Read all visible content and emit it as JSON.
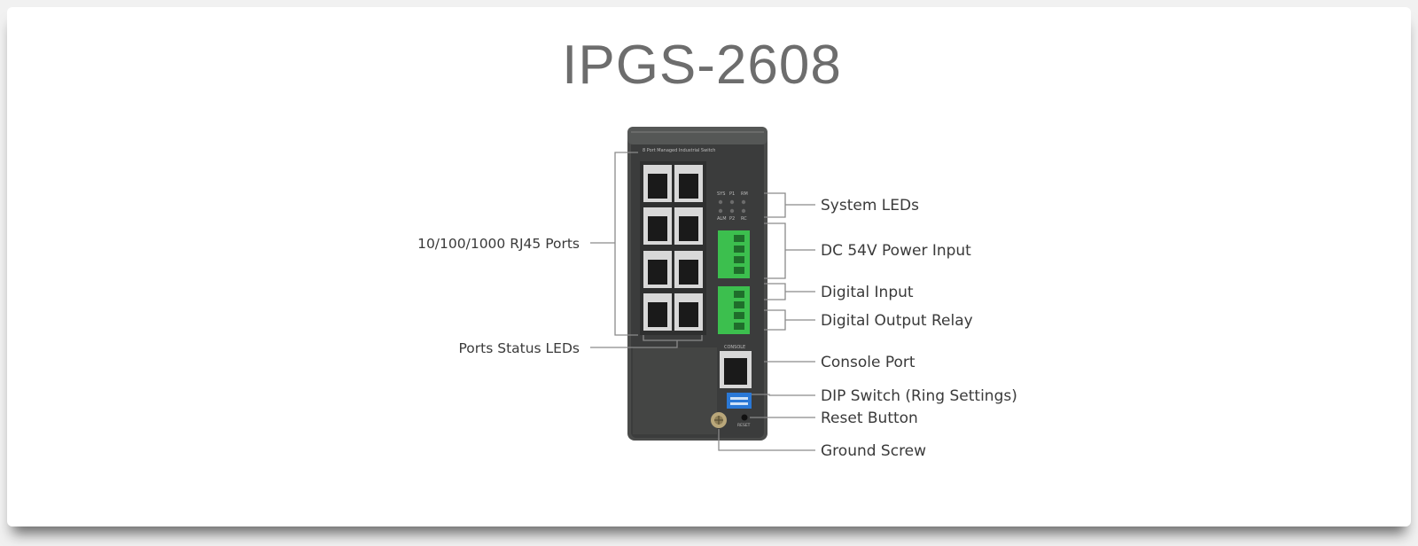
{
  "title": "IPGS-2608",
  "device": {
    "chassis_top_label": "8 Port Managed Industrial Switch",
    "led_labels_top": [
      "SYS",
      "P1",
      "RM"
    ],
    "led_labels_bottom": [
      "ALM",
      "P2",
      "RC"
    ],
    "console_label": "CONSOLE",
    "reset_label": "RESET"
  },
  "callouts": {
    "rj45_ports": "10/100/1000 RJ45 Ports",
    "ports_status_leds": "Ports Status LEDs",
    "system_leds": "System LEDs",
    "dc_power_input": "DC 54V Power Input",
    "digital_input": "Digital Input",
    "digital_output_relay": "Digital Output Relay",
    "console_port": "Console Port",
    "dip_switch": "DIP Switch (Ring Settings)",
    "reset_button": "Reset Button",
    "ground_screw": "Ground Screw"
  },
  "colors": {
    "chassis": "#3f4040",
    "terminal_green": "#3cbf4e",
    "dip_blue": "#2a78d6",
    "leader_line": "#8a8a8a",
    "title_text": "#6d6d6d"
  }
}
